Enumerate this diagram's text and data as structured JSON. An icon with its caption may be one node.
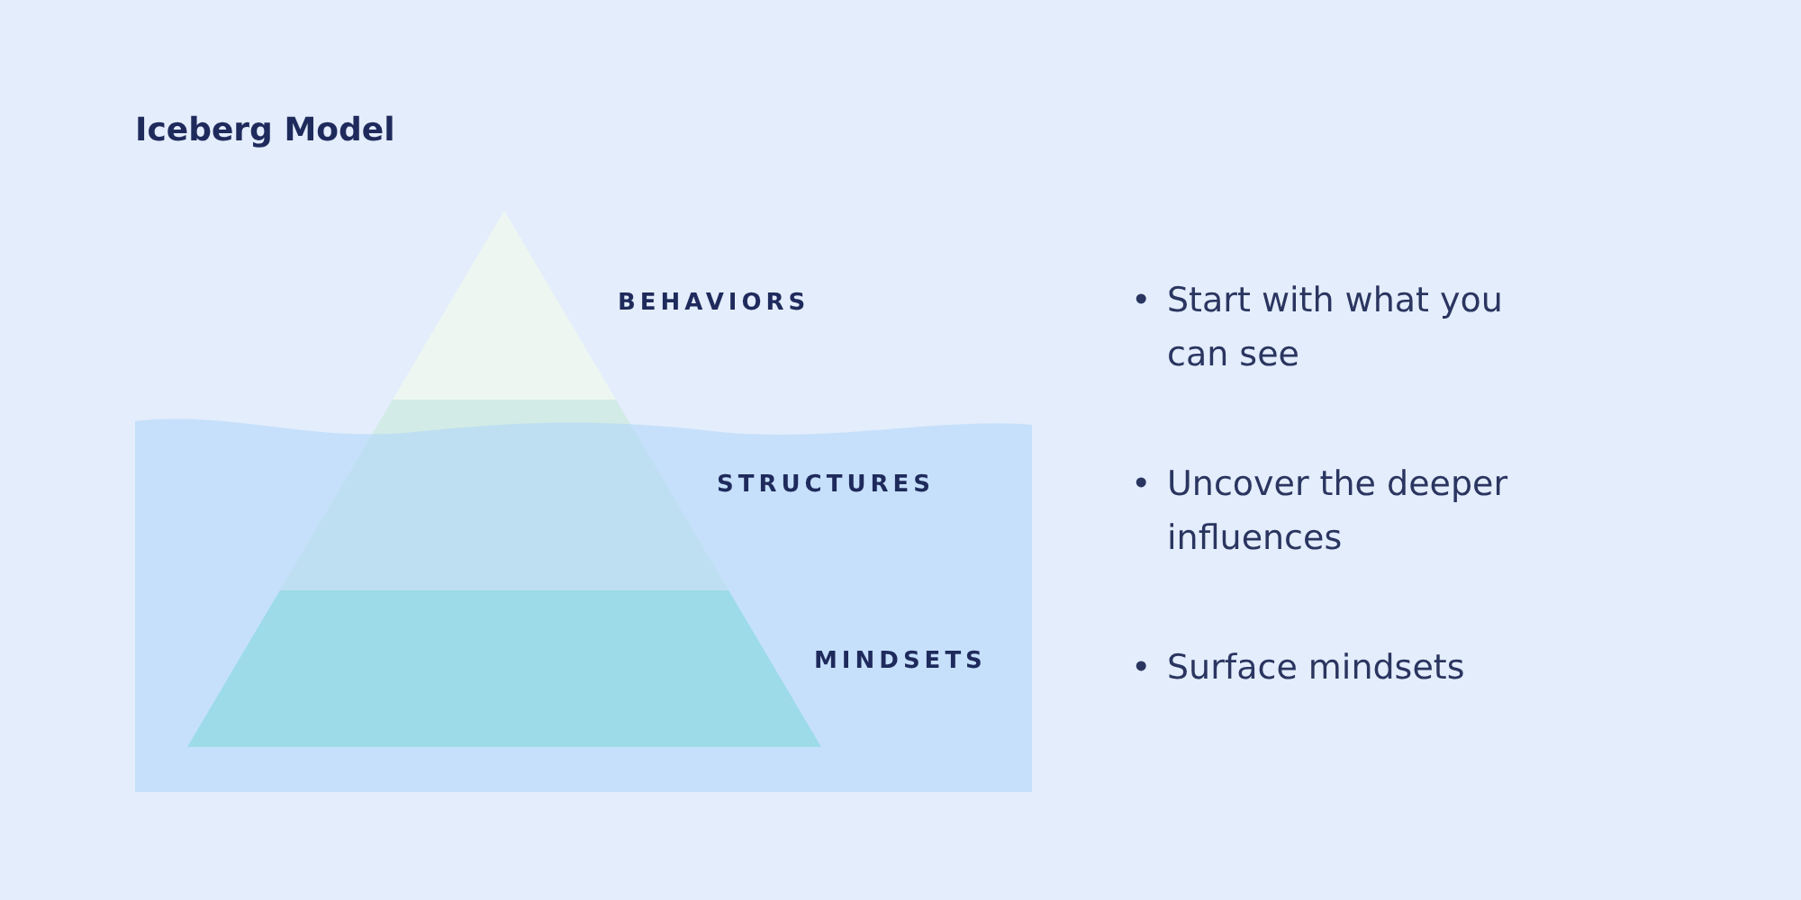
{
  "diagram": {
    "title": "Iceberg Model",
    "labels": [
      "BEHAVIORS",
      "STRUCTURES",
      "MINDSETS",
      "•",
      "Start with what you can see",
      "•",
      "Uncover the deeper influences",
      "•",
      "Surface mindsets"
    ]
  }
}
